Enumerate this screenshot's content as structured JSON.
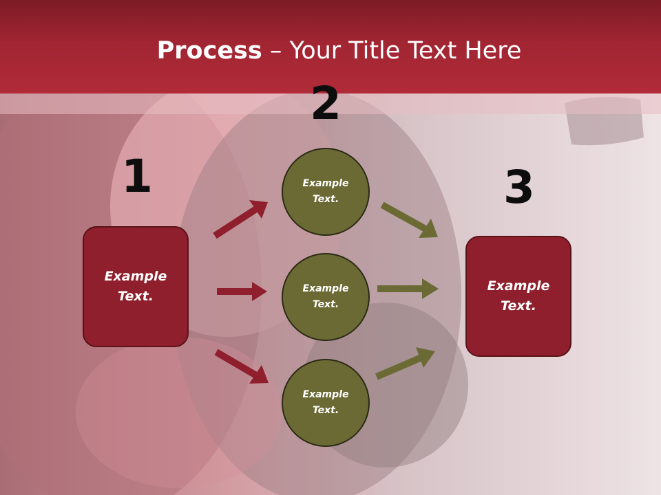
{
  "title": {
    "bold": "Process",
    "rest": " – Your Title Text Here"
  },
  "steps": [
    {
      "number": "1",
      "label": "Example Text."
    },
    {
      "number": "2"
    },
    {
      "number": "3",
      "label": "Example Text."
    }
  ],
  "circles": [
    {
      "label": "Example Text."
    },
    {
      "label": "Example Text."
    },
    {
      "label": "Example Text."
    }
  ],
  "colors": {
    "title_bar": "#a12532",
    "box_fill": "#8f1f2c",
    "circle_fill": "#6b6a35",
    "arrow_left": "#8f1f2c",
    "arrow_right": "#6b6a35"
  }
}
